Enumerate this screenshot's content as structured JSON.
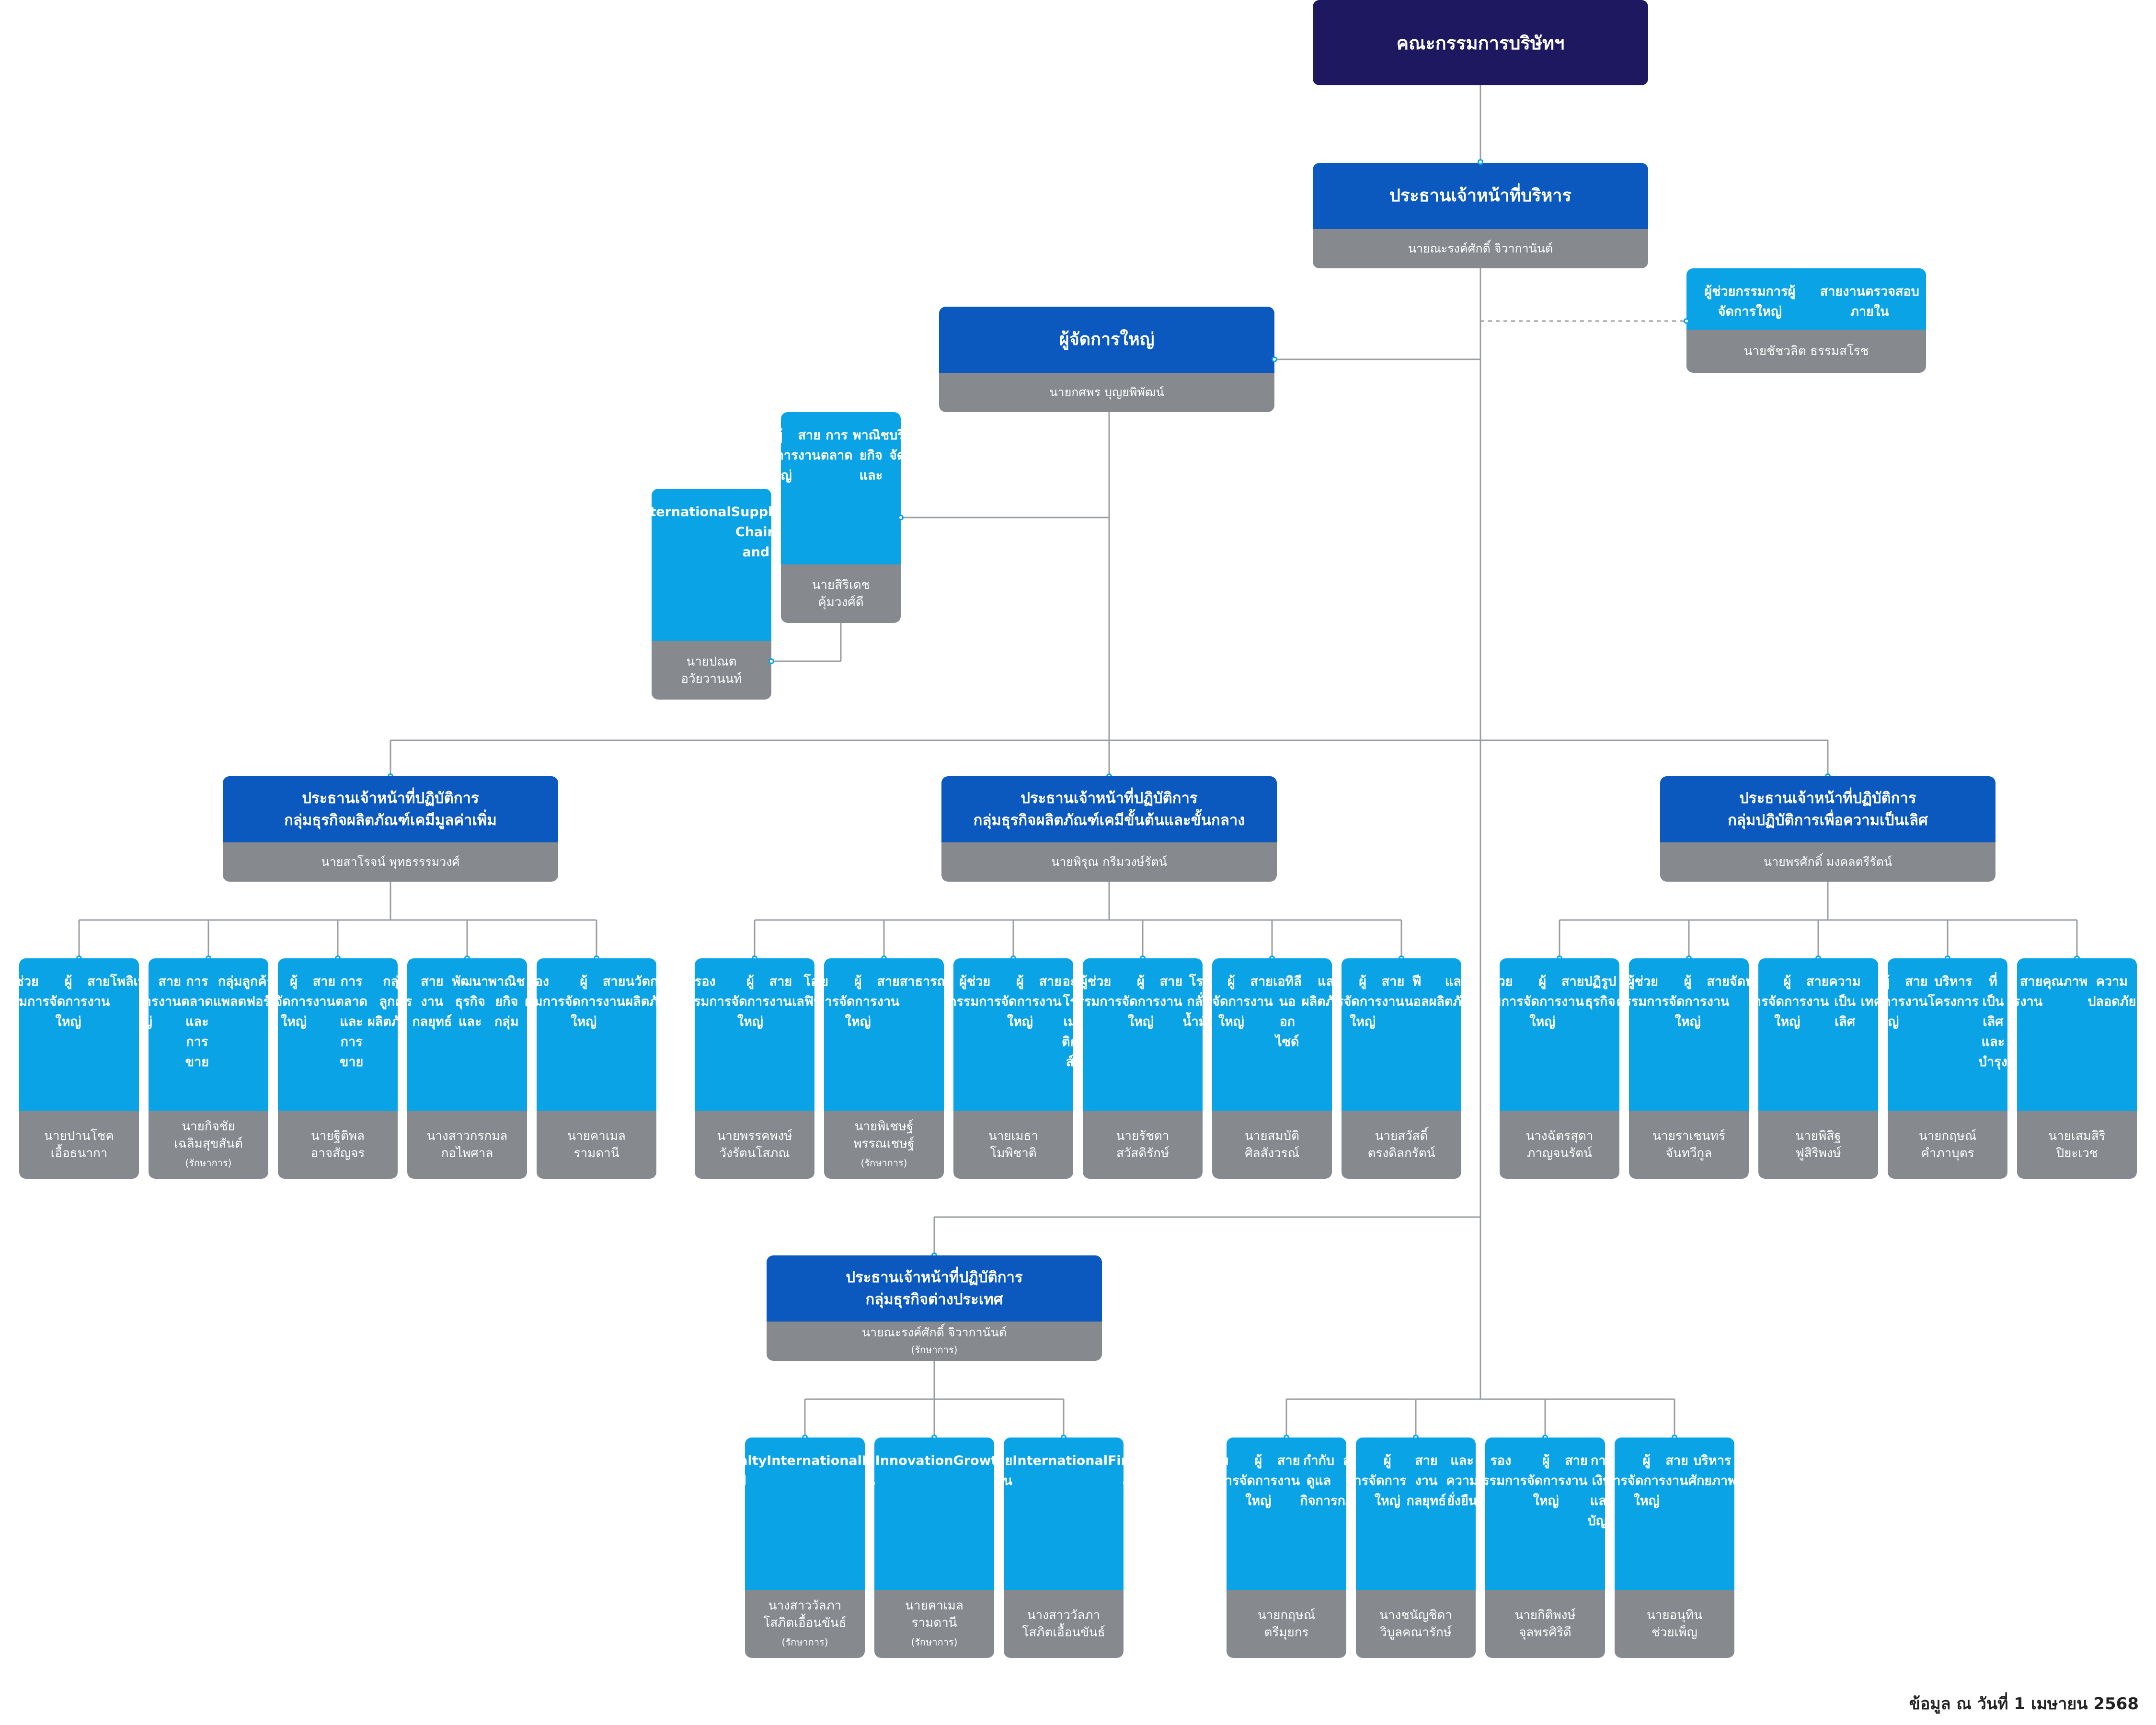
{
  "board": {
    "title": "คณะกรรมการบริษัทฯ"
  },
  "ceo": {
    "title": "ประธานเจ้าหน้าที่บริหาร",
    "name": "นายณะรงค์ศักดิ์ จิวากานันต์"
  },
  "internal_audit": {
    "title_lines": [
      "ผู้ช่วยกรรมการผู้จัดการใหญ่",
      "สายงานตรวจสอบภายใน"
    ],
    "name_lines": [
      "นายชัชวลิต ธรรมสโรช"
    ]
  },
  "president": {
    "title": "ผู้จัดการใหญ่",
    "name": "นายกศพร บุญยพิพัฒน์"
  },
  "svp_marketing": {
    "title_lines": [
      "รองกรรมการ",
      "ผู้จัดการใหญ่",
      "สายงาน",
      "การตลาด",
      "พาณิชยกิจและ",
      "บริหารจัดการ",
      "แผนการผลิต"
    ],
    "name_lines": [
      "นายสิริเดช",
      "คุ้มวงศ์ดี"
    ]
  },
  "evp_supply_chain": {
    "title_lines": [
      "ผู้ช่วยกรรมการ",
      "ผู้จัดการใหญ่",
      "สายงาน",
      "International",
      "Supply Chain and",
      "Trading",
      "Business"
    ],
    "name_lines": [
      "นายปณต",
      "อวัยวานนท์"
    ]
  },
  "coo_groups": [
    {
      "title_lines": [
        "ประธานเจ้าหน้าที่ปฏิบัติการ",
        "กลุ่มธุรกิจผลิตภัณฑ์เคมีมูลค่าเพิ่ม"
      ],
      "name_lines": [
        "นายสาโรจน์ พุทธรรรมวงศ์"
      ],
      "cards": [
        {
          "title_lines": [
            "ผู้ช่วยกรรมการ",
            "ผู้จัดการใหญ่",
            "สายงาน",
            "โพลิเมอร์"
          ],
          "name_lines": [
            "นายปานโชค",
            "เอื้อธนากา"
          ]
        },
        {
          "title_lines": [
            "ผู้ช่วยกรรมการ",
            "ผู้จัดการใหญ่",
            "สายงาน",
            "การตลาดและการขาย",
            "กลุ่มลูกค้าแพลตฟอร์ม",
            "อุตสาหกรรม"
          ],
          "name_lines": [
            "นายกิจชัย",
            "เฉลิมสุขสันต์"
          ],
          "acting": "(รักษาการ)"
        },
        {
          "title_lines": [
            "ผู้ช่วยกรรมการ",
            "ผู้จัดการใหญ่",
            "สายงาน",
            "การตลาดและการขาย",
            "กลุ่มลูกค้าผลิตภัณฑ์",
            "ทั่วไป"
          ],
          "name_lines": [
            "นายฐิติพล",
            "อาจสัญจร"
          ]
        },
        {
          "title_lines": [
            "ผู้ช่วยกรรมการ",
            "ผู้จัดการใหญ่",
            "สายงานกลยุทธ์",
            "พัฒนาธุรกิจ และ",
            "พาณิชยกิจ กลุ่ม",
            "ธุรกิจผลิตภัณฑ์",
            "เคมีมูลค่าเพิ่ม"
          ],
          "name_lines": [
            "นางสาวกรกมล",
            "กอไพศาล"
          ]
        },
        {
          "title_lines": [
            "รองกรรมการ",
            "ผู้จัดการใหญ่",
            "สายงาน",
            "นวัตกรรมผลิตภัณฑ์"
          ],
          "name_lines": [
            "นายคาเมล",
            "รามดานี"
          ]
        }
      ]
    },
    {
      "title_lines": [
        "ประธานเจ้าหน้าที่ปฏิบัติการ",
        "กลุ่มธุรกิจผลิตภัณฑ์เคมีขั้นต้นและขั้นกลาง"
      ],
      "name_lines": [
        "นายพิรุณ กรีมวงษ์รัตน์"
      ],
      "cards": [
        {
          "title_lines": [
            "รองกรรมการ",
            "ผู้จัดการใหญ่",
            "สายงาน",
            "โอเลฟินส์"
          ],
          "name_lines": [
            "นายพรรคพงษ์",
            "วังรัตนโสภณ"
          ]
        },
        {
          "title_lines": [
            "ผู้ช่วยกรรมการ",
            "ผู้จัดการใหญ่",
            "สายงาน",
            "สาธารณูปโภค"
          ],
          "name_lines": [
            "นายพิเชษฐ์",
            "พรรณเชษฐ์"
          ],
          "acting": "(รักษาการ)"
        },
        {
          "title_lines": [
            "ผู้ช่วยกรรมการ",
            "ผู้จัดการใหญ่",
            "สายงาน",
            "อะโรเมติกส์"
          ],
          "name_lines": [
            "นายเมธา",
            "โมพิชาติ"
          ]
        },
        {
          "title_lines": [
            "ผู้ช่วยกรรมการ",
            "ผู้จัดการใหญ่",
            "สายงาน",
            "โรงกลั่นน้ำมัน"
          ],
          "name_lines": [
            "นายรัชตา",
            "สวัสดิรักษ์"
          ]
        },
        {
          "title_lines": [
            "ผู้ช่วยกรรมการ",
            "ผู้จัดการใหญ่",
            "สายงาน",
            "เอทิลีนออกไซด์",
            "และผลิตภัณฑ์",
            "ต่อเนื่อง"
          ],
          "name_lines": [
            "นายสมบัติ",
            "ศิลสังวรณ์"
          ]
        },
        {
          "title_lines": [
            "ผู้ช่วยกรรมการ",
            "ผู้จัดการใหญ่",
            "สายงาน",
            "ฟีนอล",
            "และผลิตภัณฑ์",
            "ต่อเนื่อง"
          ],
          "name_lines": [
            "นายสวัสดิ์",
            "ตรงดิลกรัตน์"
          ]
        }
      ]
    },
    {
      "title_lines": [
        "ประธานเจ้าหน้าที่ปฏิบัติการ",
        "กลุ่มปฏิบัติการเพื่อความเป็นเลิศ"
      ],
      "name_lines": [
        "นายพรศักดิ์ มงคลตรีรัตน์"
      ],
      "cards": [
        {
          "title_lines": [
            "ผู้ช่วยกรรมการ",
            "ผู้จัดการใหญ่",
            "สายงาน",
            "ปฏิรูปธุรกิจ",
            "สู่ความเป็นเลิศ"
          ],
          "name_lines": [
            "นางฉัตรสุดา",
            "ภาญจนรัตน์"
          ]
        },
        {
          "title_lines": [
            "ผู้ช่วยกรรมการ",
            "ผู้จัดการใหญ่",
            "สายงาน",
            "จัดหา"
          ],
          "name_lines": [
            "นายราเชนทร์",
            "จันทวีกูล"
          ]
        },
        {
          "title_lines": [
            "ผู้ช่วยกรรมการ",
            "ผู้จัดการใหญ่",
            "สายงาน",
            "ความเป็นเลิศ",
            "ด้านเทคโนโลยี"
          ],
          "name_lines": [
            "นายพิสิฐ",
            "ฟูสิริพงษ์"
          ]
        },
        {
          "title_lines": [
            "ผู้ช่วยกรรมการ",
            "ผู้จัดการใหญ่",
            "สายงาน",
            "บริหารโครงการ",
            "ที่เป็นเลิศ และบำรุง",
            "รักษาอุปกรณ์อย่าง",
            "ยั่งยืน"
          ],
          "name_lines": [
            "นายกฤษณ์",
            "คำภาบุตร"
          ]
        },
        {
          "title_lines": [
            "ผู้ช่วยกรรมการ",
            "ผู้จัดการใหญ่",
            "สายงาน",
            "คุณภาพ",
            "ความปลอดภัย",
            "อาชีวอนามัยและ",
            "สิ่งแวดล้อม"
          ],
          "name_lines": [
            "นายเสมสิริ",
            "ปิยะเวช"
          ]
        }
      ]
    }
  ],
  "intl_group": {
    "title_lines": [
      "ประธานเจ้าหน้าที่ปฏิบัติการ",
      "กลุ่มธุรกิจต่างประเทศ"
    ],
    "name_lines": [
      "นายณะรงค์ศักดิ์ จิวากานันต์"
    ],
    "acting": "(รักษาการ)",
    "cards": [
      {
        "title_lines": [
          "ผู้ช่วยกรรมการ",
          "ผู้จัดการใหญ่",
          "สายงาน",
          "Specialty and",
          "International",
          "Business",
          "Development"
        ],
        "name_lines": [
          "นางสาววัลภา",
          "โสภิตเอื้อนขันธ์"
        ],
        "acting": "(รักษาการ)"
      },
      {
        "title_lines": [
          "ผู้ช่วยกรรมการ",
          "ผู้จัดการใหญ่",
          "สายงาน",
          "Innovation",
          "Growth",
          "Platforms and",
          "CVC"
        ],
        "name_lines": [
          "นายคาเมล",
          "รามดานี"
        ],
        "acting": "(รักษาการ)"
      },
      {
        "title_lines": [
          "ผู้ช่วยกรรมการ",
          "ผู้จัดการใหญ่",
          "สายงาน",
          "International",
          "Finance and",
          "Strategy"
        ],
        "name_lines": [
          "นางสาววัลภา",
          "โสภิตเอื้อนขันธ์"
        ]
      }
    ]
  },
  "corporate_cards": [
    {
      "title_lines": [
        "ผู้ช่วยกรรมการ",
        "ผู้จัดการใหญ่",
        "สายงาน",
        "กำกับดูแลกิจการ",
        "องค์กรและกฎหมาย"
      ],
      "name_lines": [
        "นายกฤษณ์",
        "ตรีมุยกร"
      ]
    },
    {
      "title_lines": [
        "รองกรรมการ",
        "ผู้จัดการใหญ่",
        "สายงานกลยุทธ์",
        "และความยั่งยืน",
        "องค์กร"
      ],
      "name_lines": [
        "นางชนัญชิดา",
        "วิบูลคณารักษ์"
      ]
    },
    {
      "title_lines": [
        "รองกรรมการ",
        "ผู้จัดการใหญ่",
        "สายงาน",
        "การเงินและบัญชี"
      ],
      "name_lines": [
        "นายกิติพงษ์",
        "จุลพรศิริดี"
      ]
    },
    {
      "title_lines": [
        "รองกรรมการ",
        "ผู้จัดการใหญ่",
        "สายงาน",
        "บริหารศักยภาพ",
        "องค์กร"
      ],
      "name_lines": [
        "นายอนุทิน",
        "ช่วยเพ็ญ"
      ]
    }
  ],
  "footer": {
    "note": "ข้อมูล ณ วันที่ 1 เมษายน 2568"
  },
  "colors": {
    "board": "#1e1860",
    "executive": "#0b58bf",
    "division": "#0aa4e6",
    "name_band": "#868a8f",
    "connector": "#9a9ea3"
  }
}
